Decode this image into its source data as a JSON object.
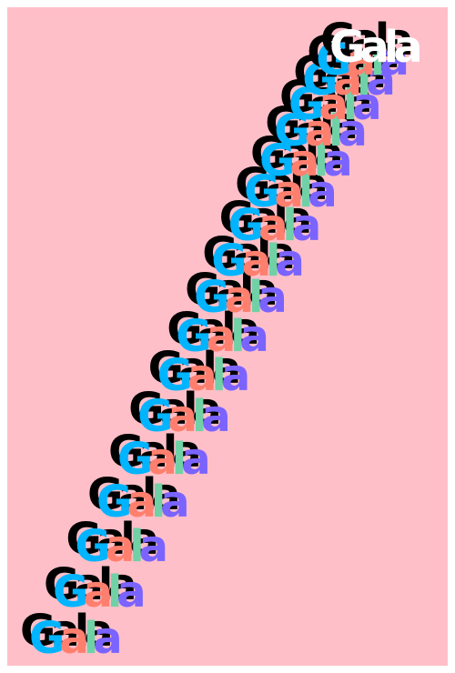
{
  "poster": {
    "background": "#ffbfc8",
    "frame": "#ffffff",
    "word": "Gala",
    "letters": [
      {
        "char": "G",
        "color": "#00b4ff"
      },
      {
        "char": "a",
        "color": "#ff7f6e"
      },
      {
        "char": "l",
        "color": "#70d1a7"
      },
      {
        "char": "a",
        "color": "#7a63ff"
      }
    ],
    "top_word_fill": "#ffffff",
    "shadow_color": "#000000",
    "repeat_count": 18
  }
}
